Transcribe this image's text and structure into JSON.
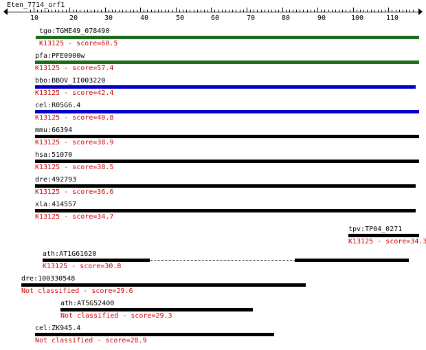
{
  "query": {
    "name": "Eten_7714_orf1"
  },
  "ruler": {
    "ticks": [
      "10",
      "20",
      "30",
      "40",
      "50",
      "60",
      "70",
      "80",
      "90",
      "100",
      "110"
    ]
  },
  "colors": {
    "green": "#1a6b1a",
    "blue": "#0000c8",
    "black": "#000000",
    "score_red": "#d40000"
  },
  "hits": [
    {
      "gene": "tgo:TGME49_078490",
      "score_text": "K13125 - score=60.5",
      "color": "green"
    },
    {
      "gene": "pfa:PFE0900w",
      "score_text": "K13125 - score=57.4",
      "color": "green"
    },
    {
      "gene": "bbo:BBOV_II003220",
      "score_text": "K13125 - score=42.4",
      "color": "blue"
    },
    {
      "gene": "cel:R05G6.4",
      "score_text": "K13125 - score=40.8",
      "color": "blue"
    },
    {
      "gene": "mmu:66394",
      "score_text": "K13125 - score=38.9",
      "color": "black"
    },
    {
      "gene": "hsa:51070",
      "score_text": "K13125 - score=38.5",
      "color": "black"
    },
    {
      "gene": "dre:492793",
      "score_text": "K13125 - score=36.6",
      "color": "black"
    },
    {
      "gene": "xla:414557",
      "score_text": "K13125 - score=34.7",
      "color": "black"
    },
    {
      "gene": "tpv:TP04_0271",
      "score_text": "K13125 - score=34.3",
      "color": "black"
    },
    {
      "gene": "ath:AT1G61620",
      "score_text": "K13125 - score=30.8",
      "color": "black"
    },
    {
      "gene": "dre:100330548",
      "score_text": "Not classified - score=29.6",
      "color": "black"
    },
    {
      "gene": "ath:AT5G52400",
      "score_text": "Not classified - score=29.3",
      "color": "black"
    },
    {
      "gene": "cel:ZK945.4",
      "score_text": "Not classified - score=28.9",
      "color": "black"
    }
  ]
}
